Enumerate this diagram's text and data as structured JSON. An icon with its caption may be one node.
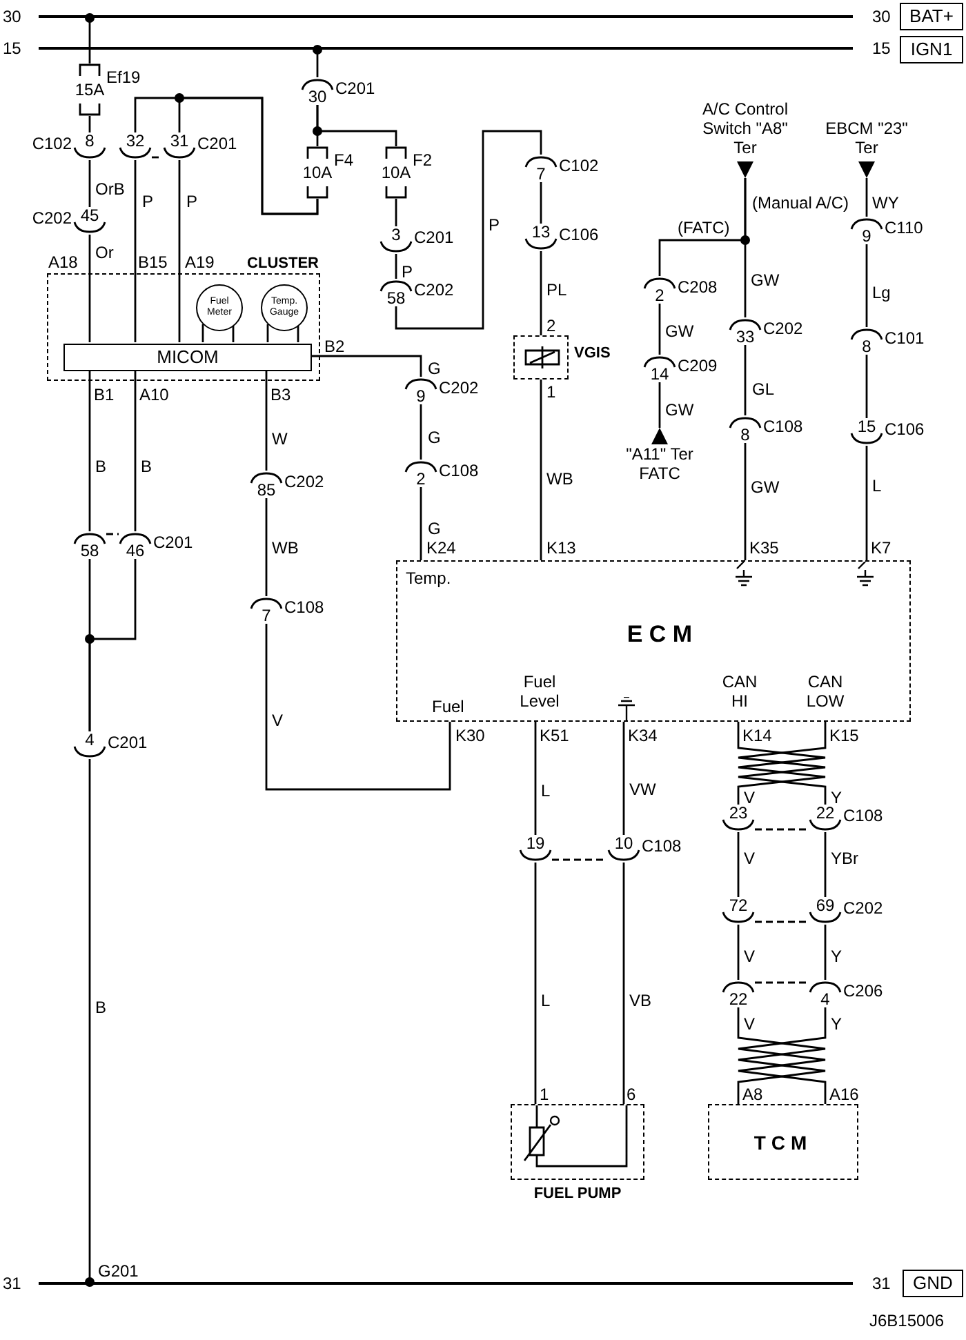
{
  "diagram": {
    "nodes": [
      {
        "text": [],
        "shape": "bar"
      },
      {
        "text": [
          "BAT+"
        ]
      },
      {
        "text": [],
        "shape": "bar"
      },
      {
        "text": [
          "IGN1"
        ]
      },
      {
        "text": [
          "15A"
        ],
        "beside": [
          "Ef19"
        ]
      },
      {
        "text": [
          "8"
        ],
        "beside": [
          "C102"
        ]
      },
      {
        "text": [
          "45"
        ],
        "beside": [
          "C202"
        ]
      },
      {
        "text": [
          "CLUSTER"
        ]
      },
      {
        "text": [
          "Fuel Meter"
        ],
        "in": 7
      },
      {
        "text": [
          "Temp. Gauge"
        ],
        "in": 7
      },
      {
        "text": [
          "MICOM"
        ],
        "in": 7
      },
      {
        "text": [
          "32"
        ]
      },
      {
        "text": [
          "31"
        ],
        "beside": [
          "C201"
        ]
      },
      {
        "text": [
          "30"
        ],
        "beside": [
          "C201"
        ]
      },
      {
        "text": [
          "10A"
        ],
        "beside": [
          "F4"
        ]
      },
      {
        "text": [
          "10A"
        ],
        "beside": [
          "F2"
        ]
      },
      {
        "text": [
          "3"
        ],
        "beside": [
          "C201"
        ]
      },
      {
        "text": [
          "58"
        ],
        "beside": [
          "C202"
        ]
      },
      {
        "text": [
          "7"
        ],
        "beside": [
          "C102"
        ]
      },
      {
        "text": [
          "13"
        ],
        "beside": [
          "C106"
        ]
      },
      {
        "text": [
          "VGIS"
        ]
      },
      {
        "text": [
          "A/C Control Switch \"A8\" Ter"
        ]
      },
      {
        "text": [
          "2"
        ],
        "beside": [
          "C208"
        ]
      },
      {
        "text": [
          "14"
        ],
        "beside": [
          "C209"
        ]
      },
      {
        "text": [
          "\"A11\" Ter FATC"
        ]
      },
      {
        "text": [
          "33"
        ],
        "beside": [
          "C202"
        ]
      },
      {
        "text": [
          "8"
        ],
        "beside": [
          "C108"
        ]
      },
      {
        "text": [
          "EBCM \"23\" Ter"
        ]
      },
      {
        "text": [
          "9"
        ],
        "beside": [
          "C110"
        ]
      },
      {
        "text": [
          "8"
        ],
        "beside": [
          "C101"
        ]
      },
      {
        "text": [
          "15"
        ],
        "beside": [
          "C106"
        ]
      },
      {
        "text": [
          "9"
        ],
        "beside": [
          "C202"
        ]
      },
      {
        "text": [
          "2"
        ],
        "beside": [
          "C108"
        ]
      },
      {
        "text": [
          "Temp.",
          "E C M",
          "Fuel",
          "Fuel Level",
          "CAN HI",
          "CAN LOW"
        ]
      },
      {
        "text": [
          "58"
        ]
      },
      {
        "text": [
          "46"
        ],
        "beside": [
          "C201"
        ]
      },
      {
        "text": [
          "85"
        ],
        "beside": [
          "C202"
        ]
      },
      {
        "text": [
          "7"
        ],
        "beside": [
          "C108"
        ]
      },
      {
        "text": [
          "4"
        ],
        "beside": [
          "C201"
        ]
      },
      {
        "text": [],
        "shape": "bar"
      },
      {
        "text": [
          "GND"
        ]
      },
      {
        "text": [
          "19"
        ]
      },
      {
        "text": [
          "10"
        ],
        "beside": [
          "C108"
        ]
      },
      {
        "text": [
          "FUEL PUMP"
        ]
      },
      {
        "text": [
          "23"
        ]
      },
      {
        "text": [
          "22"
        ],
        "beside": [
          "C108"
        ]
      },
      {
        "text": [
          "72"
        ]
      },
      {
        "text": [
          "69"
        ],
        "beside": [
          "C202"
        ]
      },
      {
        "text": [
          "22"
        ]
      },
      {
        "text": [
          "4"
        ],
        "beside": [
          "C206"
        ]
      },
      {
        "text": [
          "TCM"
        ]
      }
    ],
    "edges": [
      {
        "from": 4,
        "to": 0,
        "arrow": "other"
      },
      {
        "from": 4,
        "to": 5,
        "arrow": "none"
      },
      {
        "from": 5,
        "to": 6,
        "arrow": "none",
        "label": "OrB"
      },
      {
        "from": 6,
        "to": 10,
        "arrow": "none",
        "label": "Or"
      },
      {
        "from": 13,
        "to": 2,
        "arrow": "other"
      },
      {
        "from": 13,
        "to": 14,
        "arrow": "none"
      },
      {
        "from": 13,
        "to": 15,
        "arrow": "none"
      },
      {
        "from": 14,
        "to": 11,
        "arrow": "none"
      },
      {
        "from": 14,
        "to": 12,
        "arrow": "none"
      },
      {
        "from": 11,
        "to": 10,
        "arrow": "none",
        "label": "P"
      },
      {
        "from": 12,
        "to": 10,
        "arrow": "none",
        "label": "P"
      },
      {
        "from": 15,
        "to": 16,
        "arrow": "none"
      },
      {
        "from": 16,
        "to": 17,
        "arrow": "none",
        "label": "P"
      },
      {
        "from": 17,
        "to": 18,
        "arrow": "none",
        "label": "P"
      },
      {
        "from": 18,
        "to": 19,
        "arrow": "none"
      },
      {
        "from": 19,
        "to": 20,
        "arrow": "none",
        "label": "PL"
      },
      {
        "from": 20,
        "to": 33,
        "arrow": "none",
        "label": "WB"
      },
      {
        "from": 21,
        "to": 22,
        "arrow": "none",
        "label": "(FATC)"
      },
      {
        "from": 21,
        "to": 25,
        "arrow": "none",
        "label": "GW"
      },
      {
        "from": 22,
        "to": 23,
        "arrow": "none",
        "label": "GW"
      },
      {
        "from": 23,
        "to": 24,
        "arrow": "none",
        "label": "GW"
      },
      {
        "from": 25,
        "to": 26,
        "arrow": "none",
        "label": "GL"
      },
      {
        "from": 26,
        "to": 33,
        "arrow": "none",
        "label": "GW"
      },
      {
        "from": 27,
        "to": 28,
        "arrow": "none",
        "label": "WY"
      },
      {
        "from": 28,
        "to": 29,
        "arrow": "none",
        "label": "Lg"
      },
      {
        "from": 29,
        "to": 30,
        "arrow": "none"
      },
      {
        "from": 30,
        "to": 33,
        "arrow": "none",
        "label": "L"
      },
      {
        "from": 10,
        "to": 31,
        "arrow": "none",
        "label": "G"
      },
      {
        "from": 31,
        "to": 32,
        "arrow": "none",
        "label": "G"
      },
      {
        "from": 32,
        "to": 33,
        "arrow": "none",
        "label": "G"
      },
      {
        "from": 10,
        "to": 36,
        "arrow": "none",
        "label": "W"
      },
      {
        "from": 36,
        "to": 37,
        "arrow": "none",
        "label": "WB"
      },
      {
        "from": 37,
        "to": 33,
        "arrow": "none",
        "label": "V"
      },
      {
        "from": 10,
        "to": 34,
        "arrow": "none",
        "label": "B"
      },
      {
        "from": 10,
        "to": 35,
        "arrow": "none",
        "label": "B"
      },
      {
        "from": 34,
        "to": 38,
        "arrow": "none"
      },
      {
        "from": 35,
        "to": 38,
        "arrow": "none"
      },
      {
        "from": 38,
        "to": 39,
        "arrow": "other",
        "label": "B"
      },
      {
        "from": 33,
        "to": 41,
        "arrow": "none",
        "label": "L"
      },
      {
        "from": 33,
        "to": 42,
        "arrow": "none",
        "label": "VW"
      },
      {
        "from": 41,
        "to": 43,
        "arrow": "none",
        "label": "L"
      },
      {
        "from": 42,
        "to": 43,
        "arrow": "none",
        "label": "VB"
      },
      {
        "from": 33,
        "to": 44,
        "arrow": "none",
        "label": "V"
      },
      {
        "from": 33,
        "to": 45,
        "arrow": "none",
        "label": "Y"
      },
      {
        "from": 44,
        "to": 46,
        "arrow": "none",
        "label": "V"
      },
      {
        "from": 45,
        "to": 47,
        "arrow": "none",
        "label": "YBr"
      },
      {
        "from": 46,
        "to": 48,
        "arrow": "none",
        "label": "V"
      },
      {
        "from": 47,
        "to": 49,
        "arrow": "none",
        "label": "Y"
      },
      {
        "from": 48,
        "to": 50,
        "arrow": "none",
        "label": "V"
      },
      {
        "from": 49,
        "to": 50,
        "arrow": "none",
        "label": "Y"
      },
      {
        "from": 8,
        "to": 10,
        "arrow": "none"
      },
      {
        "from": 8,
        "to": 10,
        "arrow": "none"
      },
      {
        "from": 9,
        "to": 10,
        "arrow": "none"
      },
      {
        "from": 9,
        "to": 10,
        "arrow": "none"
      },
      {
        "from": 11,
        "to": 12,
        "arrow": "none",
        "style": "dashed"
      },
      {
        "from": 34,
        "to": 35,
        "arrow": "none",
        "style": "dashed"
      },
      {
        "from": 41,
        "to": 42,
        "arrow": "none",
        "style": "dashed"
      },
      {
        "from": 44,
        "to": 45,
        "arrow": "none",
        "style": "dashed"
      },
      {
        "from": 46,
        "to": 47,
        "arrow": "none",
        "style": "dashed"
      },
      {
        "from": 48,
        "to": 49,
        "arrow": "none",
        "style": "dashed"
      }
    ],
    "labels": [
      "30",
      "30",
      "15",
      "15",
      "A18",
      "B15",
      "A19",
      "(Manual A/C)",
      "2",
      "B2",
      "B1",
      "A10",
      "B3",
      "1",
      "K24",
      "K13",
      "K35",
      "K7",
      "K30",
      "K51",
      "K34",
      "K14",
      "K15",
      "1",
      "6",
      "A8",
      "A16",
      "G201",
      "31",
      "31",
      "J6B15006"
    ]
  }
}
